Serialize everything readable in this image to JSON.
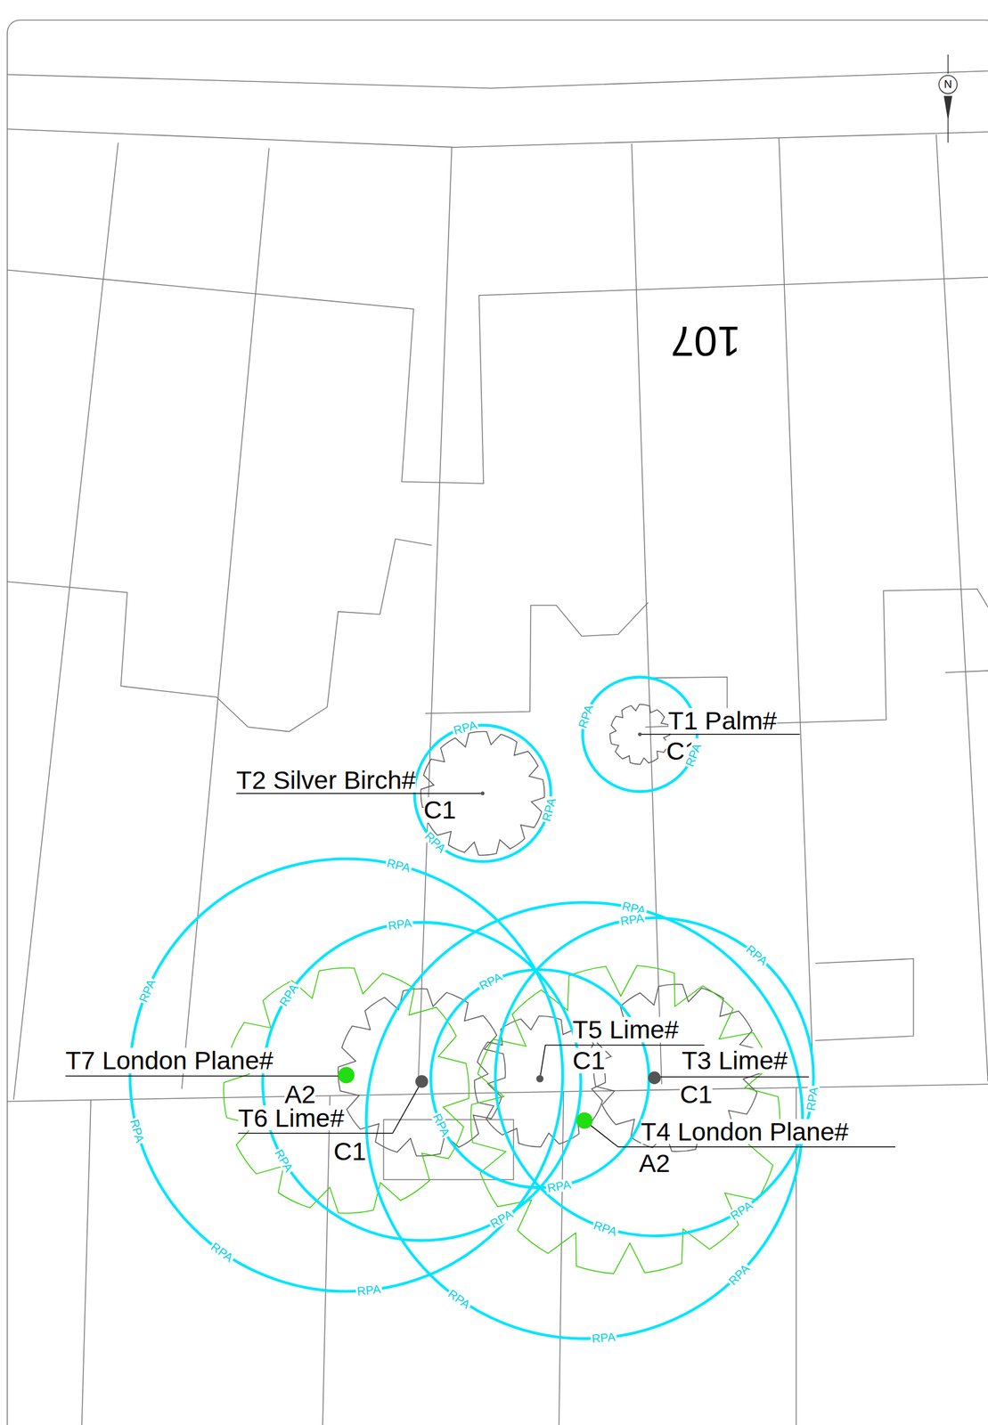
{
  "diagram": {
    "labels": [
      "107",
      "N",
      "T1 Palm#",
      "C1",
      "T2 Silver Birch#",
      "C1",
      "T5 Lime#",
      "C1",
      "T7 London Plane#",
      "A2",
      "T3 Lime#",
      "C1",
      "T6 Lime#",
      "C1",
      "T4 London Plane#",
      "A2",
      "RPA",
      "RPA",
      "RPA",
      "RPA",
      "RPA",
      "RPA",
      "RPA",
      "RPA",
      "RPA",
      "RPA",
      "RPA",
      "RPA",
      "RPA",
      "RPA",
      "RPA",
      "RPA",
      "RPA",
      "RPA",
      "RPA",
      "RPA",
      "RPA",
      "RPA",
      "RPA",
      "RPA",
      "RPA",
      "RPA"
    ]
  }
}
